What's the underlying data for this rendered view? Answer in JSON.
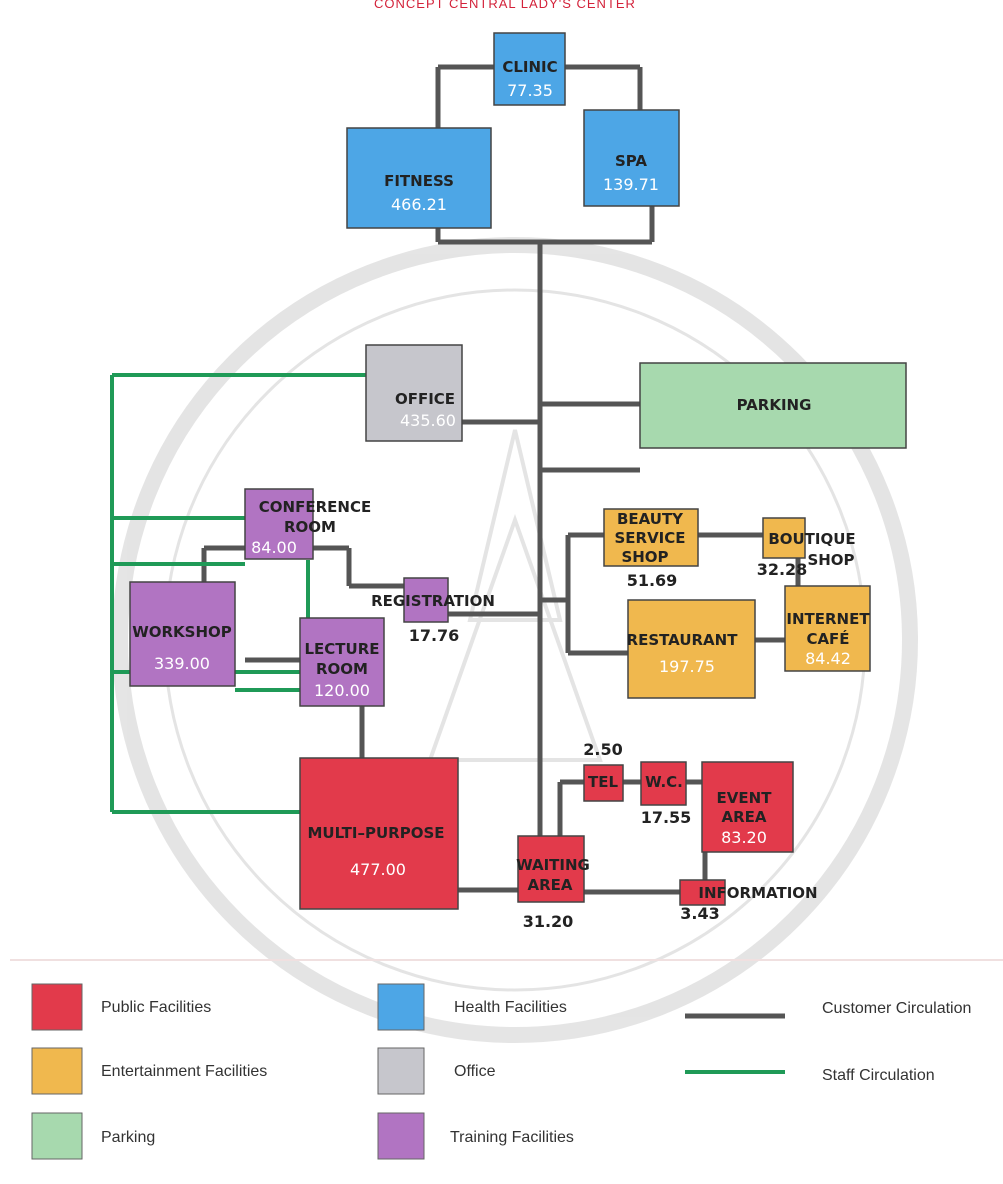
{
  "header": "CONCEPT CENTRAL LADY'S CENTER",
  "colors": {
    "public": "#e23a4b",
    "entertainment": "#f0b84e",
    "parking": "#a7d9ae",
    "health": "#4da6e6",
    "office": "#c6c6cc",
    "training": "#b174c2",
    "customer_line": "#555555",
    "staff_line": "#1f9a57"
  },
  "rooms": {
    "clinic": {
      "name": "CLINIC",
      "area": "77.35"
    },
    "fitness": {
      "name": "FITNESS",
      "area": "466.21"
    },
    "spa": {
      "name": "SPA",
      "area": "139.71"
    },
    "office": {
      "name": "OFFICE",
      "area": "435.60"
    },
    "parking": {
      "name": "PARKING"
    },
    "conference": {
      "name1": "CONFERENCE",
      "name2": "ROOM",
      "area": "84.00"
    },
    "workshop": {
      "name": "WORKSHOP",
      "area": "339.00"
    },
    "lecture": {
      "name1": "LECTURE",
      "name2": "ROOM",
      "area": "120.00"
    },
    "registration": {
      "name": "REGISTRATION",
      "area": "17.76"
    },
    "beauty": {
      "name1": "BEAUTY",
      "name2": "SERVICE",
      "name3": "SHOP",
      "area": "51.69"
    },
    "boutique": {
      "name1": "BOUTIQUE",
      "name2": "SHOP",
      "area": "32.28"
    },
    "restaurant": {
      "name": "RESTAURANT",
      "area": "197.75"
    },
    "internet": {
      "name1": "INTERNET",
      "name2": "CAFÉ",
      "area": "84.42"
    },
    "multipurpose": {
      "name": "MULTI–PURPOSE",
      "area": "477.00"
    },
    "tel": {
      "name": "TEL",
      "area": "2.50"
    },
    "wc": {
      "name": "W.C.",
      "area": "17.55"
    },
    "event": {
      "name1": "EVENT",
      "name2": "AREA",
      "area": "83.20"
    },
    "waiting": {
      "name1": "WAITING",
      "name2": "AREA",
      "area": "31.20"
    },
    "information": {
      "name": "INFORMATION",
      "area": "3.43"
    }
  },
  "legend": {
    "public": "Public Facilities",
    "entertainment": "Entertainment Facilities",
    "parking": "Parking",
    "health": "Health Facilities",
    "office": "Office",
    "training": "Training Facilities",
    "customer": "Customer Circulation",
    "staff": "Staff Circulation"
  }
}
